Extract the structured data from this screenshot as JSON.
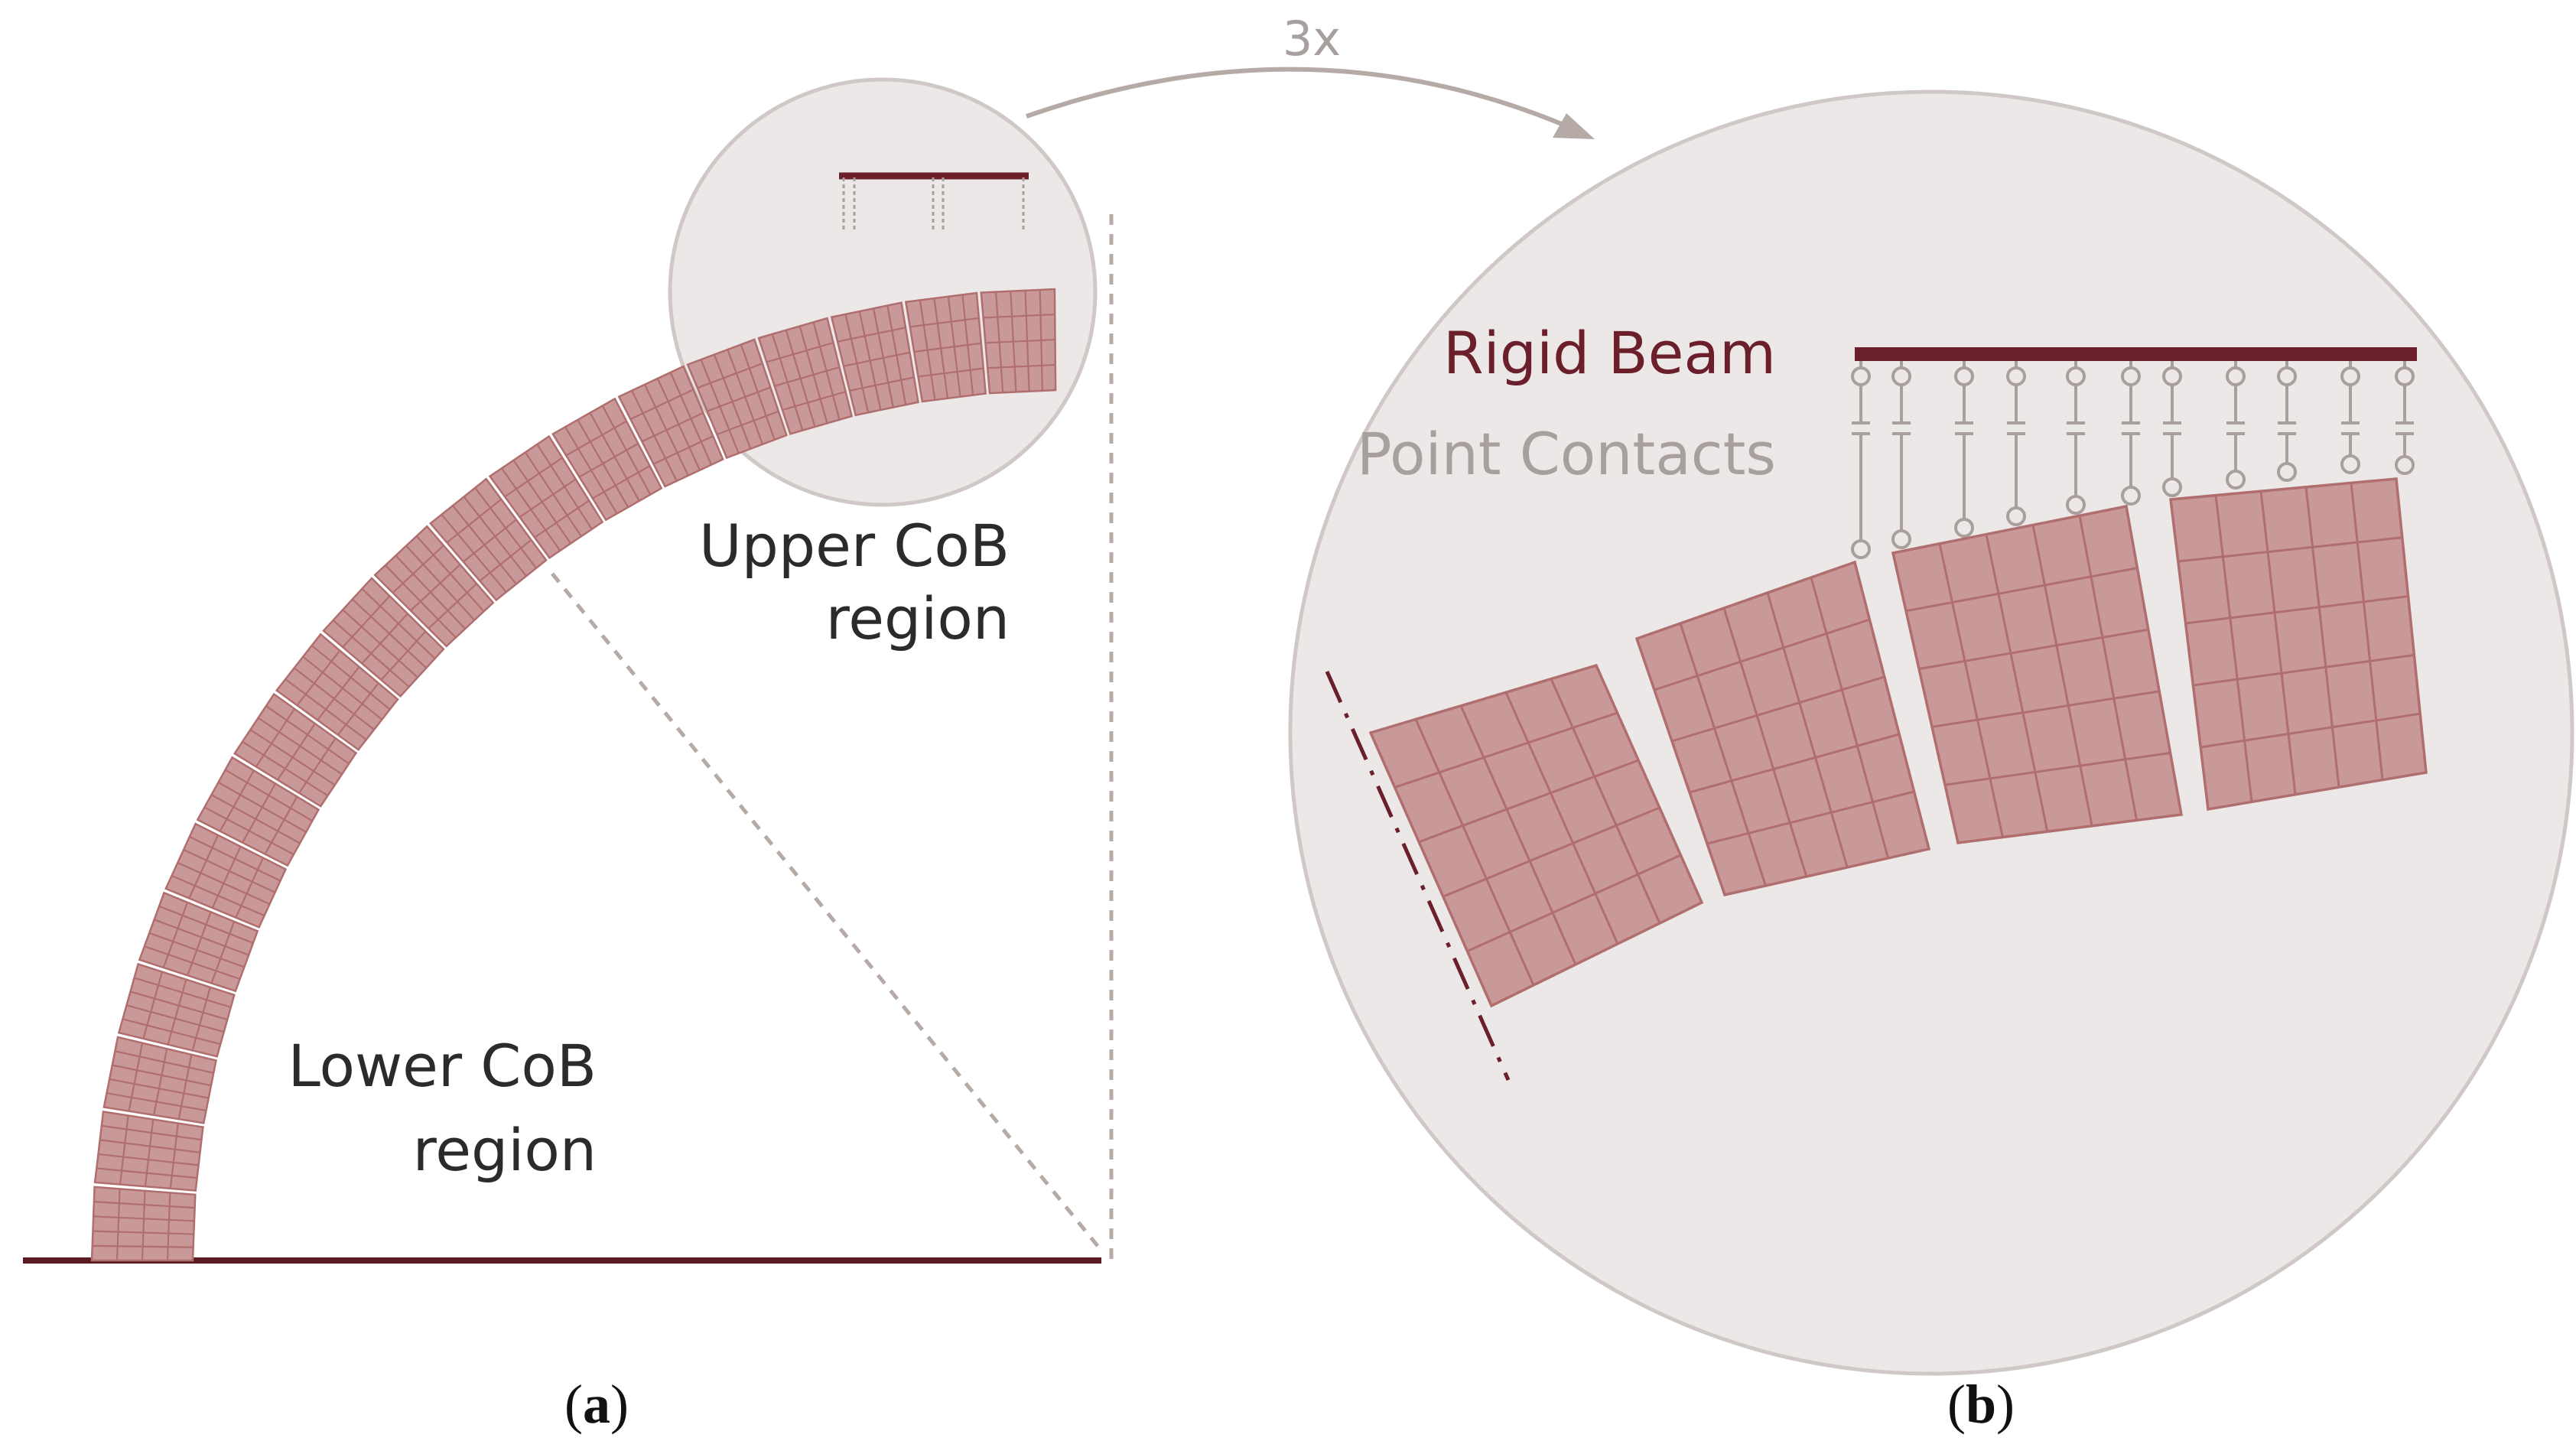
{
  "colors": {
    "block_fill": "#c9999a",
    "block_grid": "#b06e6e",
    "beam": "#6b1f2a",
    "ground": "#5a1a22",
    "circle_fill": "#ece8e7",
    "circle_stroke": "#cfc8c6",
    "guide": "#b5aaa6",
    "contacts": "#a99f9c",
    "text_dark": "#2b2b2b",
    "text_muted": "#a8a09e"
  },
  "labels": {
    "zoom_factor": "3x",
    "upper_region_line1": "Upper CoB",
    "upper_region_line2": "region",
    "lower_region_line1": "Lower CoB",
    "lower_region_line2": "region",
    "rigid_beam": "Rigid Beam",
    "point_contacts": "Point Contacts",
    "panel_a_open": "(",
    "panel_a_letter": "a",
    "panel_a_close": ")",
    "panel_b_open": "(",
    "panel_b_letter": "b",
    "panel_b_close": ")"
  },
  "arch": {
    "block_count": 20,
    "grid_cells_radial": 4,
    "grid_cells_tangential": 5
  },
  "detail": {
    "block_count": 4,
    "grid_cells_radial": 5,
    "grid_cells_tangential": 5,
    "point_contact_count": 11
  }
}
